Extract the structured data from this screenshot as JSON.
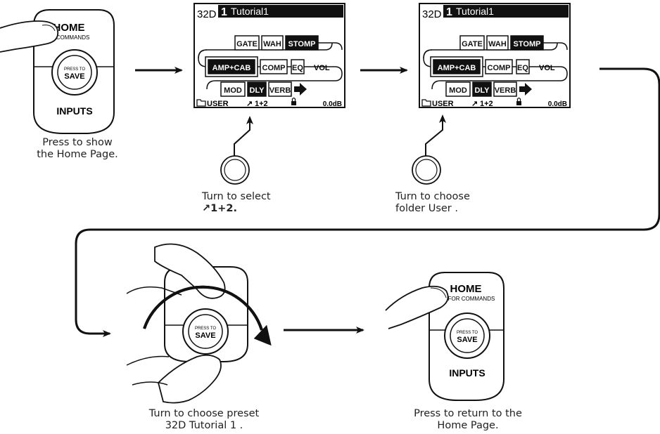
{
  "device": {
    "home_label": "HOME",
    "commands_label": "D FOR COMMANDS",
    "press_to_label": "PRESS TO",
    "save_label": "SAVE",
    "inputs_label": "INPUTS"
  },
  "lcd": {
    "preset_number": "32D",
    "title_num": "1",
    "title_name": "Tutorial1",
    "blocks_row1": [
      "GATE",
      "WAH",
      "STOMP"
    ],
    "blocks_row2": [
      "AMP+CAB",
      "COMP",
      "EQ",
      "VOL"
    ],
    "blocks_row3": [
      "MOD",
      "DLY",
      "VERB"
    ],
    "status_folder": "USER",
    "status_input": "1+2",
    "status_level": "0.0dB"
  },
  "captions": {
    "step1_line1": "Press to show",
    "step1_line2": "the Home Page.",
    "step2_line1": "Turn to select",
    "step2_line2": "1+2.",
    "step3_line1": "Turn to choose",
    "step3_line2": "folder  User .",
    "step4_line1": "Turn to choose preset",
    "step4_line2": "32D  Tutorial 1 .",
    "step5_line1": "Press to return to the",
    "step5_line2": "Home Page."
  },
  "colors": {
    "ink": "#111111",
    "screen_bg": "#ffffff",
    "highlight": "#111111"
  }
}
